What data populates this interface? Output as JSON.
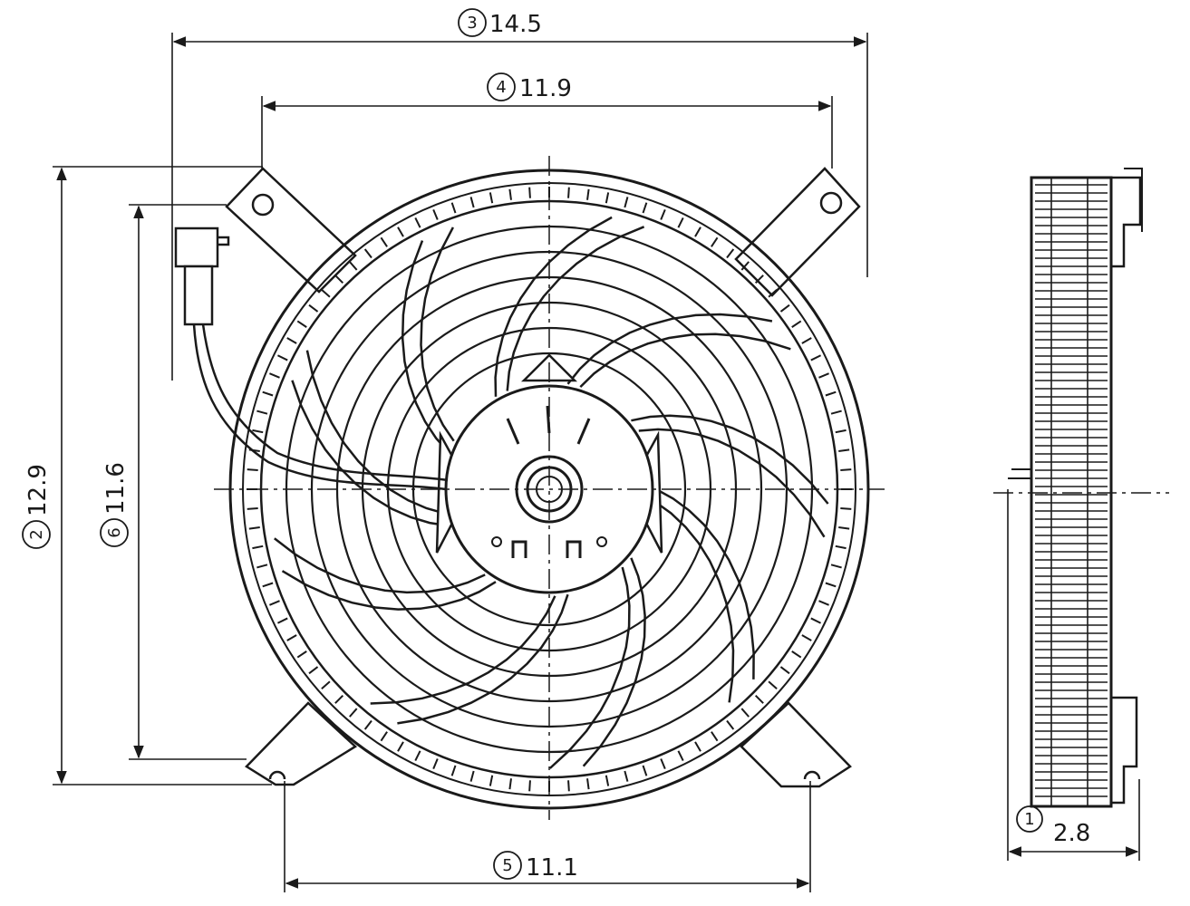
{
  "dimensions": [
    {
      "id": "1",
      "value": "2.8"
    },
    {
      "id": "2",
      "value": "12.9"
    },
    {
      "id": "3",
      "value": "14.5"
    },
    {
      "id": "4",
      "value": "11.9"
    },
    {
      "id": "5",
      "value": "11.1"
    },
    {
      "id": "6",
      "value": "11.6"
    }
  ],
  "colors": {
    "line": "#1a1a1a",
    "background": "#ffffff"
  }
}
